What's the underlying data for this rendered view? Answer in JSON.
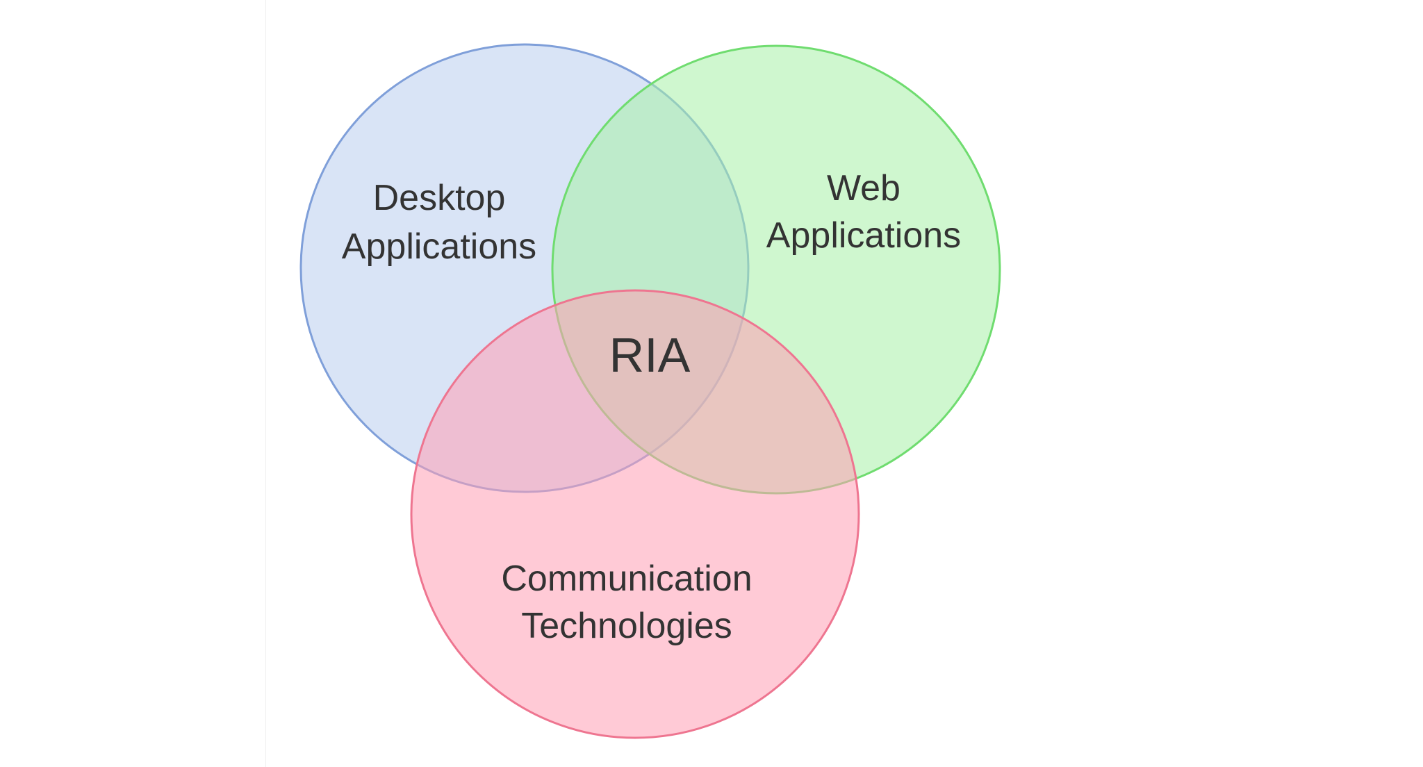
{
  "diagram": {
    "circles": [
      {
        "name": "desktop",
        "lines": [
          "Desktop",
          "Applications"
        ],
        "fill": "#b9cdef",
        "stroke": "#7f9fd9"
      },
      {
        "name": "web",
        "lines": [
          "Web",
          "Applications"
        ],
        "fill": "#a8f0a8",
        "stroke": "#6fdc6f"
      },
      {
        "name": "communication",
        "lines": [
          "Communication",
          "Technologies"
        ],
        "fill": "#ff9fb4",
        "stroke": "#ee7590"
      }
    ],
    "center_label": "RIA"
  }
}
